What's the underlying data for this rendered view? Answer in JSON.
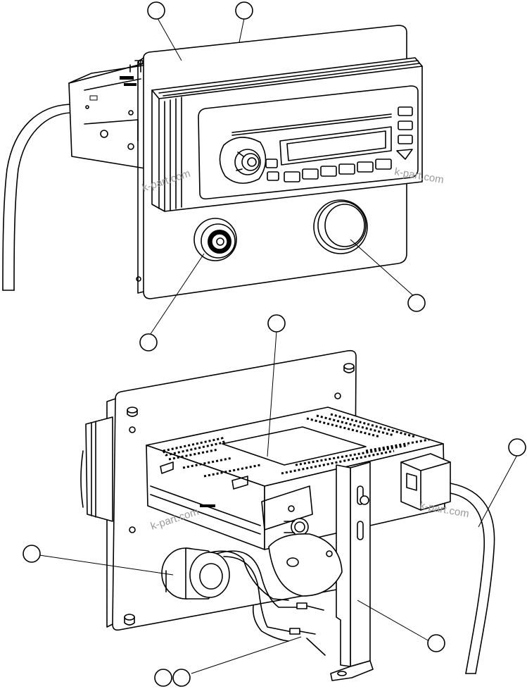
{
  "watermark_text": "k-part.com",
  "callouts": [
    {
      "id": "callout-top-1",
      "label": ""
    },
    {
      "id": "callout-top-2",
      "label": ""
    },
    {
      "id": "callout-top-knob",
      "label": ""
    },
    {
      "id": "callout-top-port",
      "label": ""
    },
    {
      "id": "callout-bottom-radio",
      "label": ""
    },
    {
      "id": "callout-bottom-cable",
      "label": ""
    },
    {
      "id": "callout-bottom-speaker",
      "label": ""
    },
    {
      "id": "callout-bottom-bracket",
      "label": ""
    },
    {
      "id": "callout-bottom-wire-1",
      "label": ""
    },
    {
      "id": "callout-bottom-wire-2",
      "label": ""
    }
  ]
}
